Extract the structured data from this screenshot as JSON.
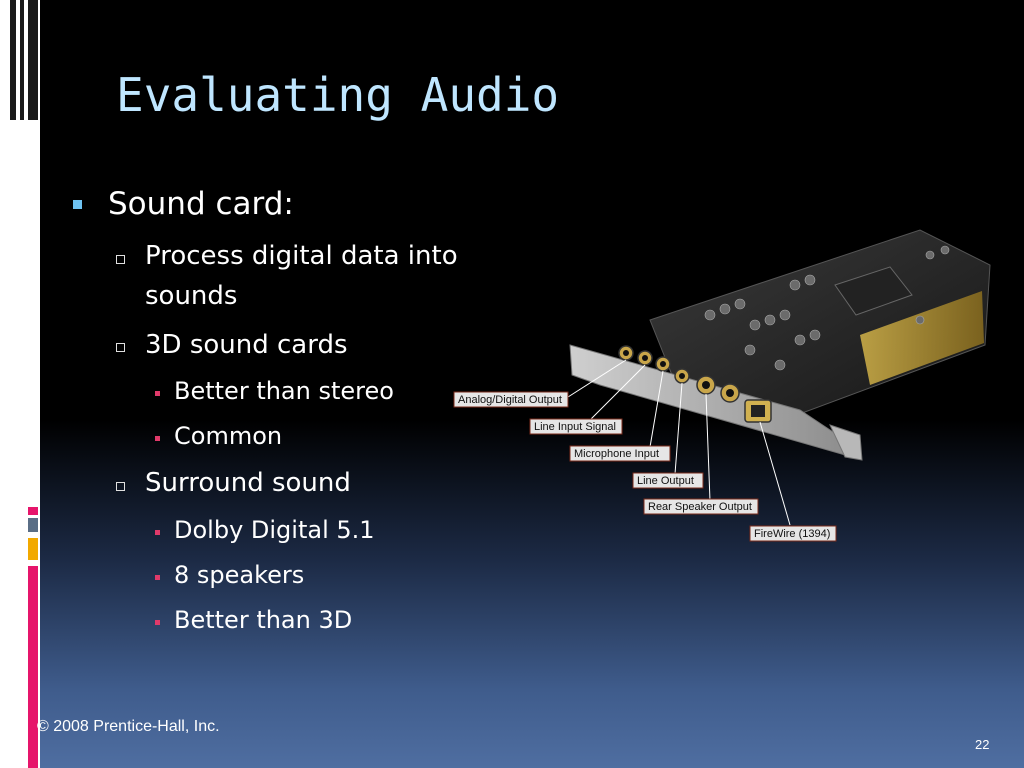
{
  "slide": {
    "title": "Evaluating Audio",
    "bullets": {
      "sound_card": "Sound card:",
      "process": "Process digital data into",
      "process_cont": "sounds",
      "three_d": "3D sound cards",
      "better_stereo": "Better than stereo",
      "common": "Common",
      "surround": "Surround sound",
      "dolby": "Dolby Digital 5.1",
      "speakers": "8 speakers",
      "better_3d": "Better than 3D"
    },
    "figure": {
      "labels": {
        "analog_digital": "Analog/Digital Output",
        "line_input": "Line Input Signal",
        "microphone": "Microphone Input",
        "line_output": "Line Output",
        "rear_speaker": "Rear Speaker Output",
        "firewire": "FireWire (1394)"
      }
    },
    "footer": {
      "copyright": "© 2008 Prentice-Hall, Inc.",
      "page_number": "22"
    }
  },
  "colors": {
    "title": "#bfe6ff",
    "level1_bullet": "#6fc3f2",
    "level3_bullet": "#e03a6a",
    "accent_magenta": "#e6156b",
    "accent_amber": "#f2a900",
    "accent_slate": "#5a6e86"
  }
}
